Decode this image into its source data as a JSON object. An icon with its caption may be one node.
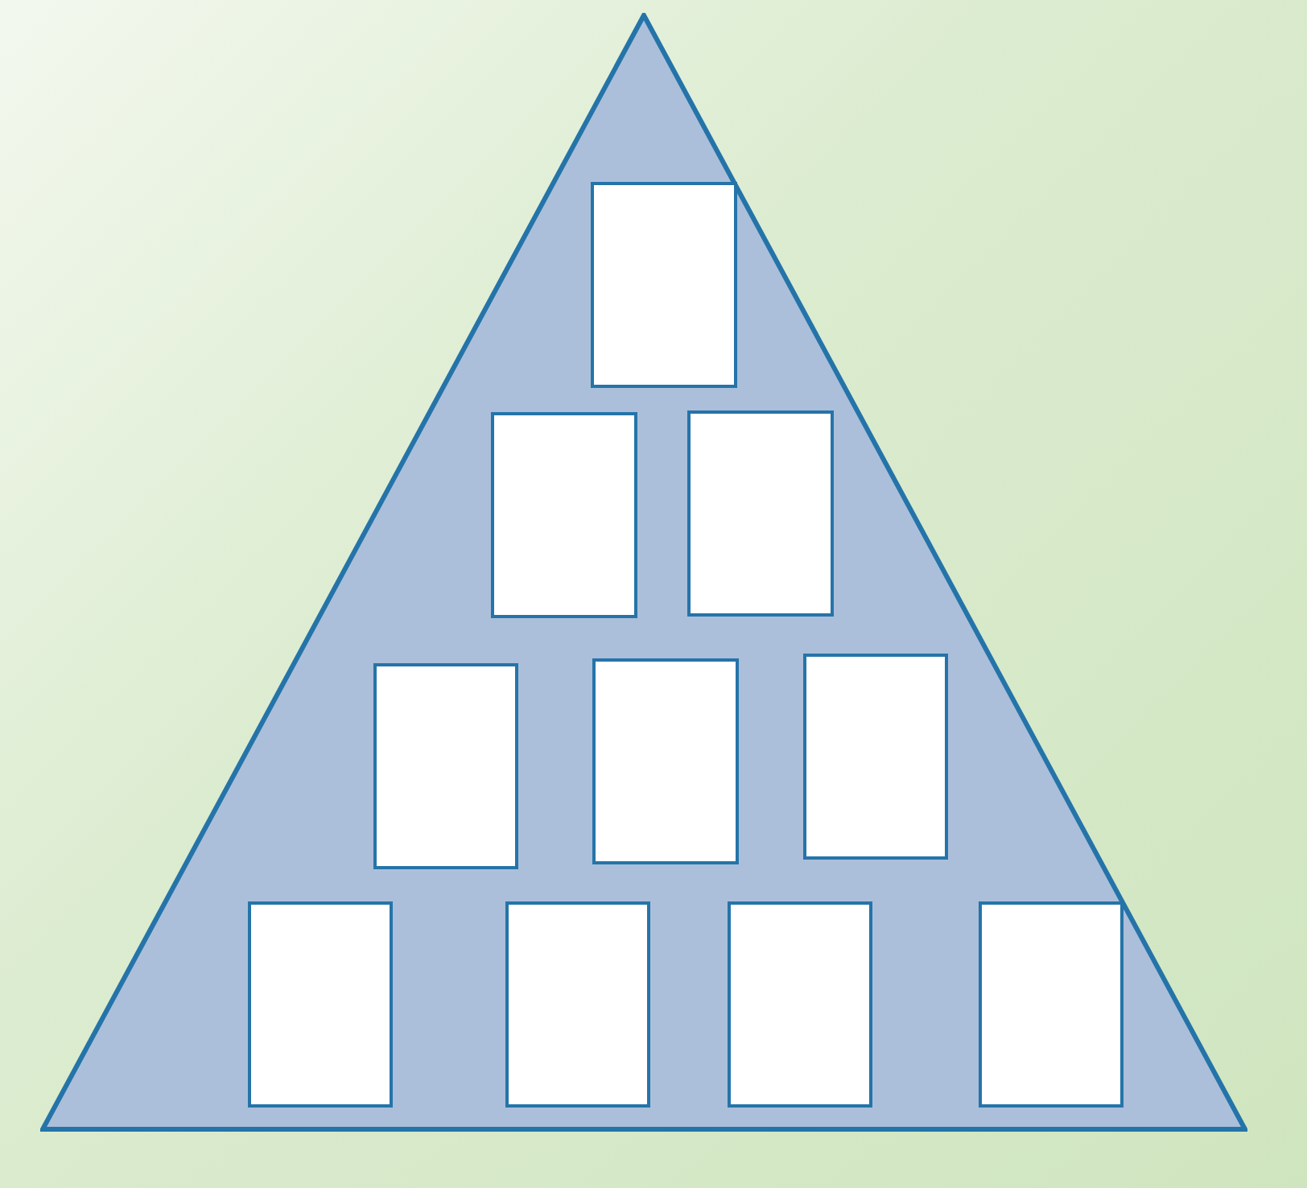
{
  "diagram": {
    "nodes": [
      {
        "text": [],
        "shape": "triangle"
      },
      {
        "text": [],
        "shape": "box",
        "in": 0
      },
      {
        "text": [],
        "shape": "box",
        "in": 0
      },
      {
        "text": [],
        "shape": "box",
        "in": 0
      },
      {
        "text": [],
        "shape": "box",
        "in": 0
      },
      {
        "text": [],
        "shape": "box",
        "in": 0
      },
      {
        "text": [],
        "shape": "box",
        "in": 0
      },
      {
        "text": [],
        "shape": "box",
        "in": 0
      },
      {
        "text": [],
        "shape": "box",
        "in": 0
      },
      {
        "text": [],
        "shape": "box",
        "in": 0
      },
      {
        "text": [],
        "shape": "box",
        "in": 0
      }
    ]
  }
}
